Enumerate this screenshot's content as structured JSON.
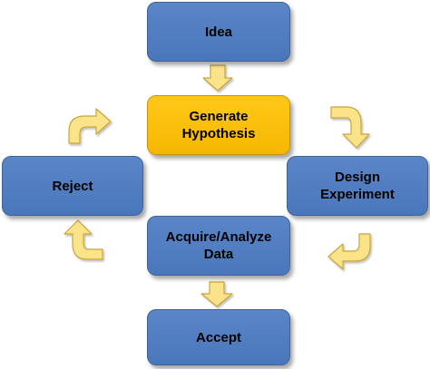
{
  "diagram": {
    "nodes": [
      {
        "id": "idea",
        "lines": [
          "Idea"
        ],
        "color": "#4a76bb"
      },
      {
        "id": "generate_hypothesis",
        "lines": [
          "Generate",
          "Hypothesis"
        ],
        "color": "#f6b700"
      },
      {
        "id": "reject",
        "lines": [
          "Reject"
        ],
        "color": "#4a76bb"
      },
      {
        "id": "design_experiment",
        "lines": [
          "Design",
          "Experiment"
        ],
        "color": "#4a76bb"
      },
      {
        "id": "acquire_analyze_data",
        "lines": [
          "Acquire/Analyze",
          "Data"
        ],
        "color": "#4a76bb"
      },
      {
        "id": "accept",
        "lines": [
          "Accept"
        ],
        "color": "#4a76bb"
      }
    ],
    "edges": [
      {
        "from": "idea",
        "to": "generate_hypothesis"
      },
      {
        "from": "generate_hypothesis",
        "to": "design_experiment"
      },
      {
        "from": "design_experiment",
        "to": "acquire_analyze_data"
      },
      {
        "from": "acquire_analyze_data",
        "to": "reject"
      },
      {
        "from": "reject",
        "to": "generate_hypothesis"
      },
      {
        "from": "acquire_analyze_data",
        "to": "accept"
      }
    ],
    "arrow_color": "#fbe38a"
  }
}
